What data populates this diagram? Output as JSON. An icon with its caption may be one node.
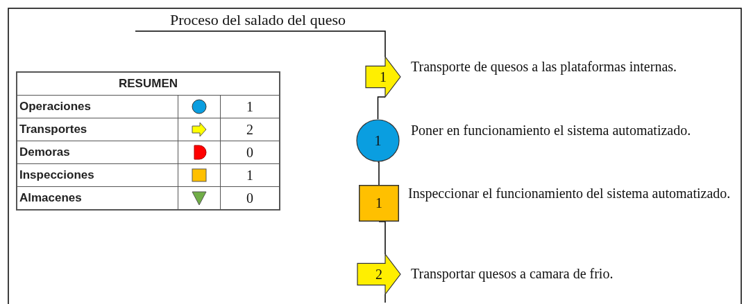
{
  "diagram": {
    "nodes": [
      {
        "text": [
          "Proceso del salado del queso"
        ]
      },
      {
        "text": [
          "1"
        ],
        "beside": [
          "Transporte de  quesos a las plataformas internas."
        ]
      },
      {
        "text": [
          "1"
        ],
        "beside": [
          "Poner en funcionamiento el sistema automatizado."
        ]
      },
      {
        "text": [
          "1"
        ],
        "beside": [
          "Inspeccionar el funcionamiento del sistema automatizado."
        ]
      },
      {
        "text": [
          "2"
        ],
        "beside": [
          "Transportar quesos a camara de frio."
        ]
      }
    ],
    "edges": [
      {
        "from": 0,
        "to": 1,
        "arrow": "none"
      },
      {
        "from": 1,
        "to": 2,
        "arrow": "none"
      },
      {
        "from": 2,
        "to": 3,
        "arrow": "none"
      },
      {
        "from": 3,
        "to": 4,
        "arrow": "none"
      },
      {
        "from": 4,
        "to": null,
        "arrow": "none"
      }
    ],
    "labels": [
      "RESUMEN",
      "Operaciones",
      "1",
      "Transportes",
      "2",
      "Demoras",
      "0",
      "Inspecciones",
      "1",
      "Almacenes",
      "0"
    ]
  }
}
